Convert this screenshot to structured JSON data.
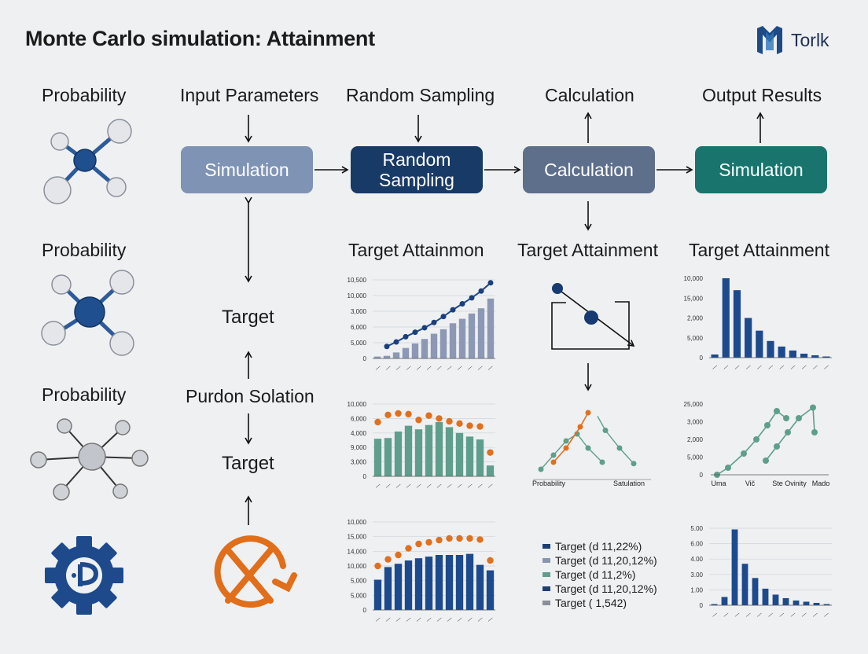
{
  "title": "Monte Carlo simulation: Attainment",
  "brand": {
    "name": "Torlk",
    "logo_icon": "tm-logo-icon"
  },
  "left_column": {
    "labels": [
      "Probability",
      "Probability",
      "Probability"
    ],
    "icons": [
      "molecule-icon",
      "molecule-icon",
      "molecule-icon",
      "gear-icon"
    ]
  },
  "flow": {
    "headers": [
      "Input Parameters",
      "Random Sampling",
      "Calculation",
      "Output Results"
    ],
    "boxes": [
      {
        "label": "Simulation",
        "color": "#7f93b4"
      },
      {
        "label": "Random\nSampling",
        "color": "#183a66"
      },
      {
        "label": "Calculation",
        "color": "#5e6f8c"
      },
      {
        "label": "Simulation",
        "color": "#18746d"
      }
    ]
  },
  "middle_column": {
    "target_1": "Target",
    "purdon": "Purdon Solation",
    "target_2": "Target",
    "icon": "cycle-x-icon"
  },
  "section_titles": [
    "Target Attainmon",
    "Target Attainment",
    "Target Attainment"
  ],
  "colors": {
    "navy": "#1d4a8c",
    "gray": "#8c98b4",
    "teal": "#5f9e8c",
    "orange": "#e0701e"
  },
  "legend": [
    {
      "label": "Target (d 11,22%)",
      "color": "#1d3f74"
    },
    {
      "label": "Target (d 11,20,12%)",
      "color": "#8796b0"
    },
    {
      "label": "Target (d 11,2%)",
      "color": "#5f9e8c"
    },
    {
      "label": "Target (d 11,20,12%)",
      "color": "#1d3f74"
    },
    {
      "label": "Target ( 1,542)",
      "color": "#8a8f98"
    }
  ],
  "chart_data": [
    {
      "type": "bar",
      "yticks": [
        "10,500",
        "10,000",
        "3,000",
        "6,000",
        "5,000",
        "0"
      ],
      "ylim": [
        0,
        10500
      ],
      "values": [
        250,
        350,
        800,
        1400,
        2000,
        2600,
        3300,
        3900,
        4700,
        5300,
        6000,
        6700,
        8000
      ],
      "line_values": [
        1100,
        1600,
        2200,
        2900,
        3500,
        4100,
        4800,
        5600,
        6500,
        7300,
        8100,
        9000,
        10100
      ]
    },
    {
      "type": "bar",
      "yticks": [
        "10,000",
        "6,000",
        "4,000",
        "9,000",
        "3,000",
        "0"
      ],
      "ylim": [
        0,
        10000
      ],
      "values": [
        5200,
        5300,
        6200,
        7000,
        6500,
        7100,
        7500,
        6800,
        6000,
        5500,
        5100,
        1500
      ],
      "dots": [
        7500,
        8500,
        8700,
        8600,
        7800,
        8400,
        8000,
        7600,
        7300,
        7000,
        6900,
        3300
      ]
    },
    {
      "type": "bar",
      "yticks": [
        "10,000",
        "15,000",
        "14,000",
        "10,000",
        "5,000",
        "5,000",
        "0"
      ],
      "ylim": [
        0,
        16000
      ],
      "values": [
        5500,
        7800,
        8400,
        9000,
        9400,
        9700,
        10000,
        10000,
        10000,
        10200,
        8200,
        7200
      ],
      "dots": [
        8000,
        9200,
        10000,
        11200,
        12000,
        12300,
        12700,
        13000,
        13000,
        13000,
        12800,
        9000
      ]
    },
    {
      "type": "bar",
      "yticks": [
        "10,000",
        "15,000",
        "2,000",
        "5,000",
        "0"
      ],
      "ylim": [
        0,
        10000
      ],
      "values": [
        400,
        10000,
        8500,
        5000,
        3400,
        2100,
        1400,
        900,
        500,
        300,
        150
      ]
    },
    {
      "type": "line",
      "yticks": [
        "25,000",
        "3,000",
        "2,000",
        "5,000",
        "0"
      ],
      "xticks": [
        "Uma",
        "Vič",
        "Ste Ovinity",
        "Mado"
      ],
      "series": [
        {
          "values": [
            0,
            1000,
            3000,
            5000,
            7000,
            9000,
            8000,
            10000,
            7500
          ]
        },
        {
          "values": [
            2000,
            4000,
            6000,
            8000,
            9500,
            6000
          ]
        }
      ]
    },
    {
      "type": "bar",
      "yticks": [
        "5.00",
        "6.00",
        "4.00",
        "3.00",
        "1.00",
        "0"
      ],
      "ylim": [
        0,
        6.5
      ],
      "values": [
        0.1,
        0.7,
        6.4,
        3.5,
        2.3,
        1.4,
        0.9,
        0.6,
        0.4,
        0.3,
        0.2,
        0.1
      ]
    },
    {
      "type": "line",
      "xticks": [
        "Probability",
        "Satulation"
      ],
      "series": [
        {
          "values": [
            1,
            3,
            5,
            6,
            4,
            2
          ]
        },
        {
          "values": [
            2,
            4,
            7,
            9
          ]
        },
        {
          "values": [
            3,
            7,
            8,
            5
          ]
        }
      ]
    }
  ]
}
